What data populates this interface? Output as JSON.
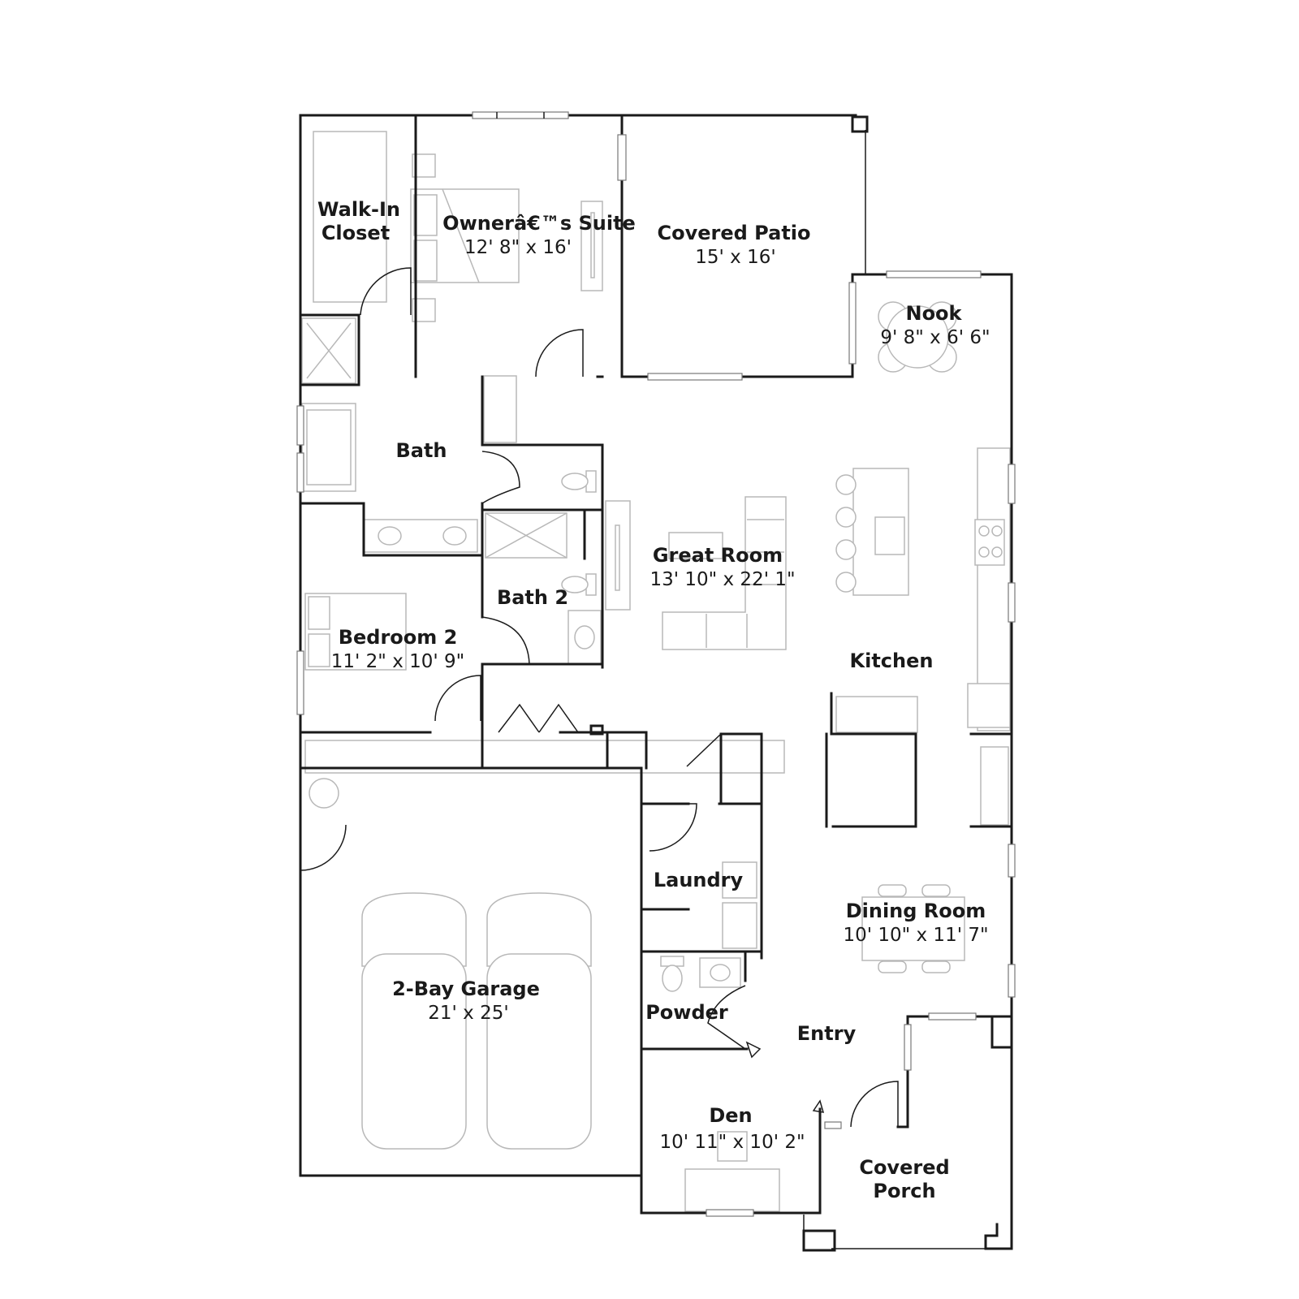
{
  "rooms": {
    "walkin": {
      "line1": "Walk-In",
      "line2": "Closet"
    },
    "owners": {
      "name": "Ownerâ€™s Suite",
      "size": "12' 8\" x 16'"
    },
    "patio": {
      "name": "Covered Patio",
      "size": "15' x 16'"
    },
    "nook": {
      "name": "Nook",
      "size": "9' 8\" x 6' 6\""
    },
    "bath": {
      "name": "Bath"
    },
    "bath2": {
      "name": "Bath 2"
    },
    "great": {
      "name": "Great Room",
      "size": "13' 10\" x 22' 1\""
    },
    "bedroom2": {
      "name": "Bedroom 2",
      "size": "11' 2\" x 10' 9\""
    },
    "kitchen": {
      "name": "Kitchen"
    },
    "laundry": {
      "name": "Laundry"
    },
    "dining": {
      "name": "Dining Room",
      "size": "10' 10\" x 11' 7\""
    },
    "garage": {
      "name": "2-Bay Garage",
      "size": "21' x 25'"
    },
    "powder": {
      "name": "Powder"
    },
    "entry": {
      "name": "Entry"
    },
    "den": {
      "name": "Den",
      "size": "10' 11\" x 10' 2\""
    },
    "porch": {
      "line1": "Covered",
      "line2": "Porch"
    }
  }
}
